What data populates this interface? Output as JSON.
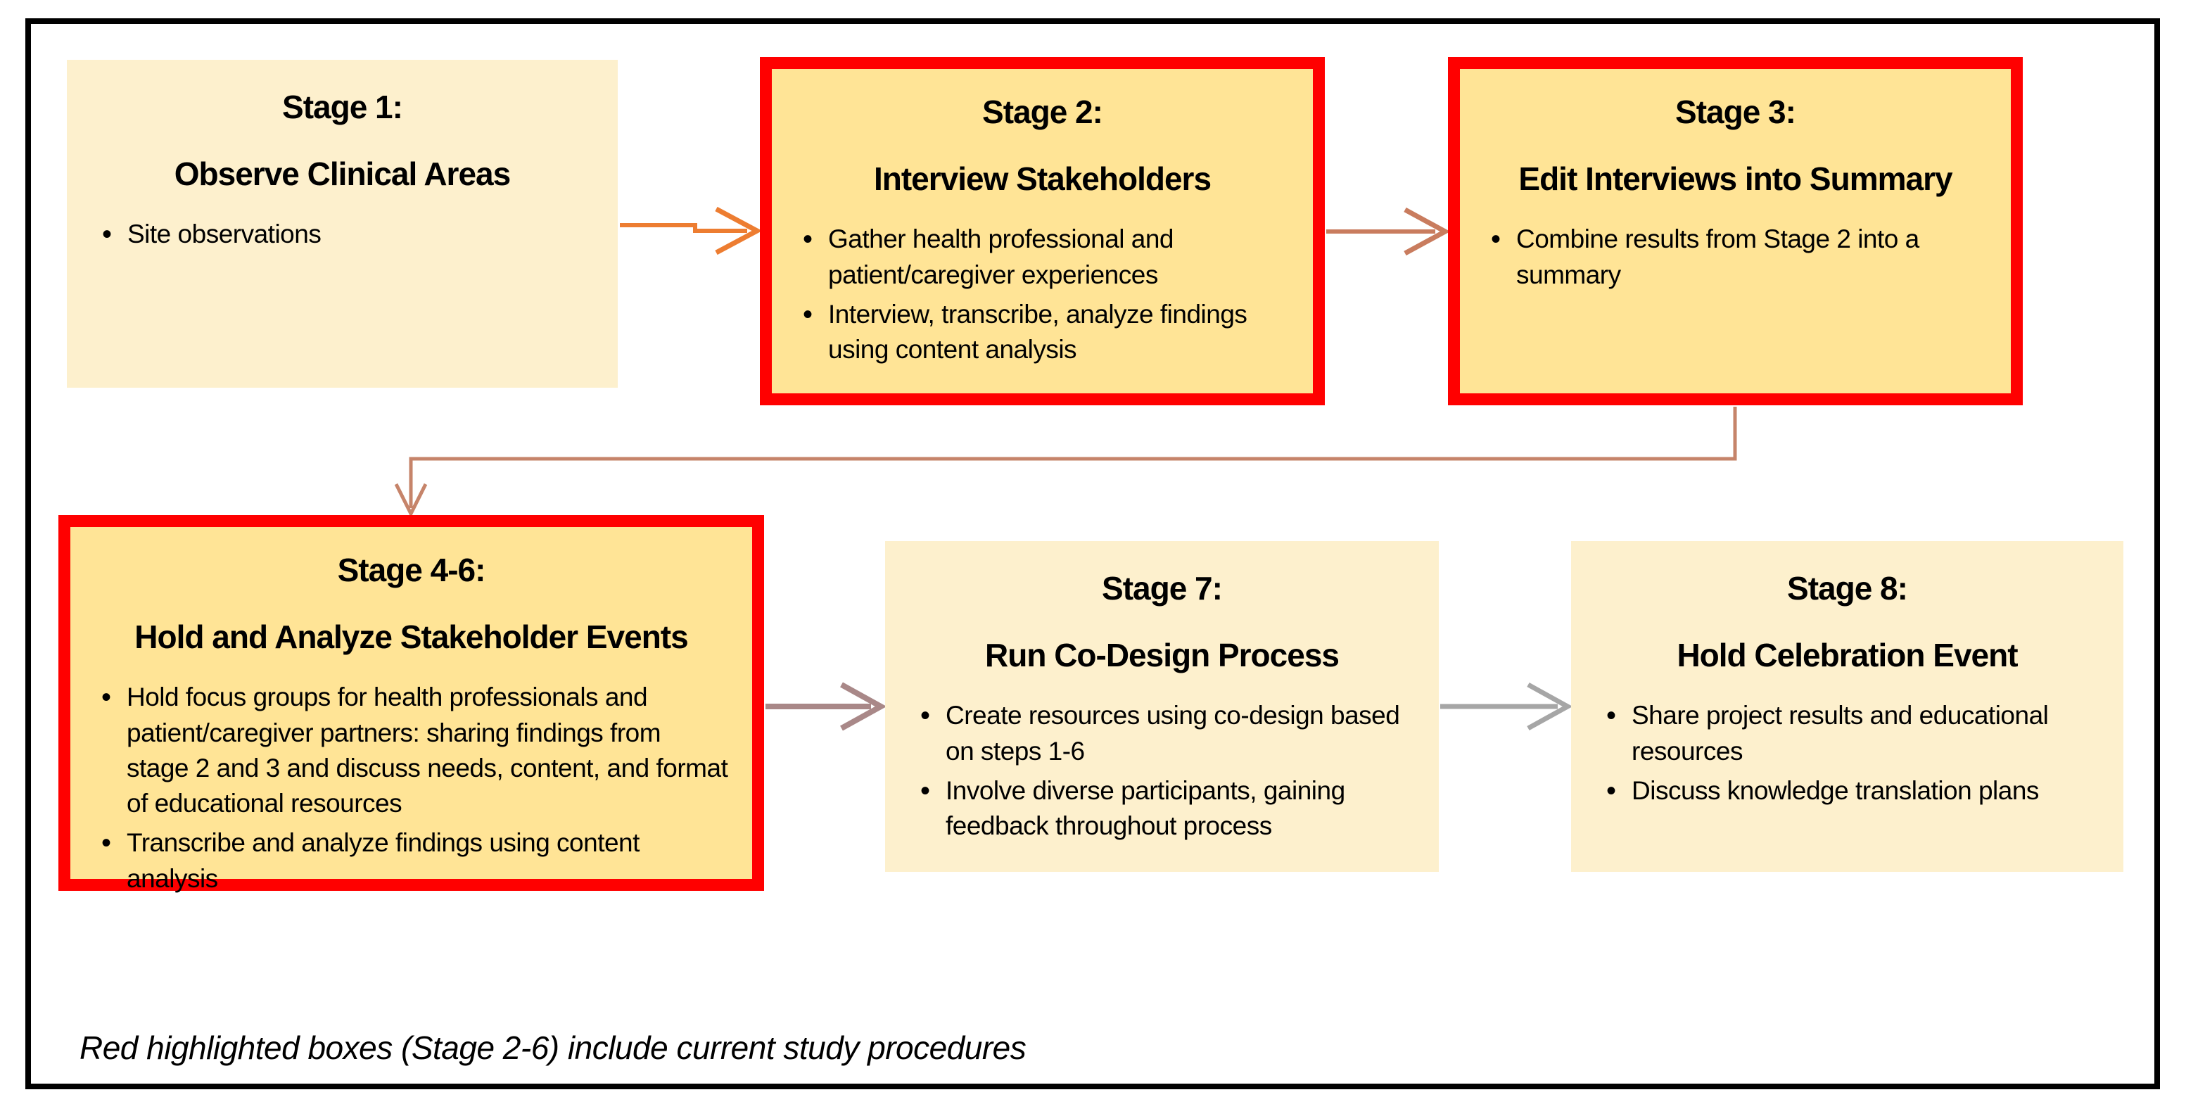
{
  "diagram": {
    "caption": "Red highlighted boxes (Stage 2-6) include current study procedures"
  },
  "stages": [
    {
      "id": "stage-1",
      "title": "Stage 1:",
      "subtitle": "Observe Clinical Areas",
      "highlighted": false,
      "bullets": [
        "Site observations"
      ]
    },
    {
      "id": "stage-2",
      "title": "Stage 2:",
      "subtitle": "Interview Stakeholders",
      "highlighted": true,
      "bullets": [
        "Gather health professional and patient/caregiver experiences",
        "Interview, transcribe, analyze findings using content analysis"
      ]
    },
    {
      "id": "stage-3",
      "title": "Stage 3:",
      "subtitle": "Edit Interviews into Summary",
      "highlighted": true,
      "bullets": [
        "Combine results from Stage 2 into a summary"
      ]
    },
    {
      "id": "stage-4-6",
      "title": "Stage 4-6:",
      "subtitle": "Hold and Analyze Stakeholder Events",
      "highlighted": true,
      "bullets": [
        "Hold focus groups for health professionals and patient/caregiver partners: sharing findings from stage 2 and 3 and discuss needs, content, and format of educational resources",
        "Transcribe and analyze findings using content analysis"
      ]
    },
    {
      "id": "stage-7",
      "title": "Stage 7:",
      "subtitle": "Run Co-Design Process",
      "highlighted": false,
      "bullets": [
        "Create resources using co-design based on steps 1-6",
        "Involve diverse participants, gaining feedback throughout process"
      ]
    },
    {
      "id": "stage-8",
      "title": "Stage 8:",
      "subtitle": "Hold Celebration Event",
      "highlighted": false,
      "bullets": [
        "Share project results and educational resources",
        "Discuss knowledge translation plans"
      ]
    }
  ],
  "colors": {
    "box_fill_light": "#FDF0CD",
    "box_fill_gold": "#FFE496",
    "highlight_border": "#FF0000",
    "frame_border": "#000000",
    "arrow_stage1_to_2": "#ED7D31",
    "arrow_stage2_to_3": "#C97C5E",
    "connector_stage3_to_46": "#C6846A",
    "arrow_stage46_to_7": "#A98888",
    "arrow_stage7_to_8": "#A6A6A6"
  }
}
